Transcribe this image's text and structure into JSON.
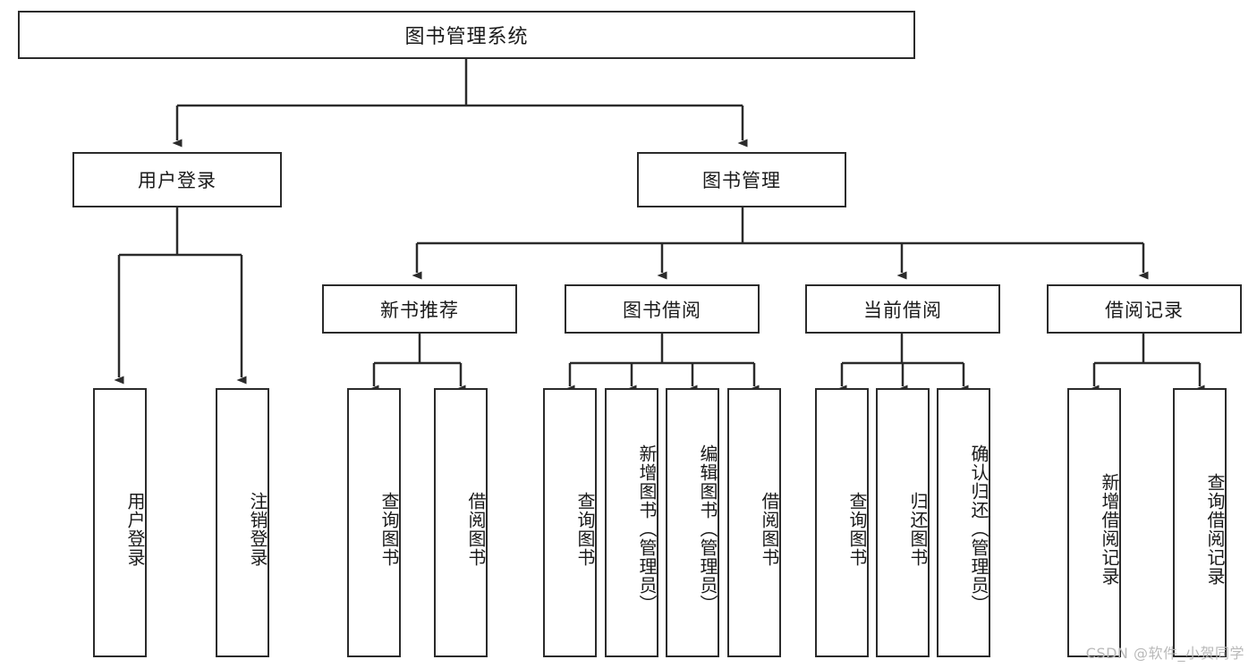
{
  "diagram": {
    "type": "tree-hierarchy",
    "title": "图书管理系统",
    "orientation": "top-down",
    "colors": {
      "stroke": "#2b2b2b",
      "fill": "#ffffff",
      "text": "#1a1a1a",
      "watermark": "#b9b9b9"
    },
    "levels": [
      {
        "level": 1,
        "nodes": [
          {
            "id": "root",
            "label": "图书管理系统",
            "orientation": "horizontal"
          }
        ]
      },
      {
        "level": 2,
        "nodes": [
          {
            "id": "login",
            "label": "用户登录",
            "orientation": "horizontal",
            "parent": "root"
          },
          {
            "id": "bookmgmt",
            "label": "图书管理",
            "orientation": "horizontal",
            "parent": "root"
          }
        ]
      },
      {
        "level": 3,
        "nodes": [
          {
            "id": "newbook",
            "label": "新书推荐",
            "orientation": "horizontal",
            "parent": "bookmgmt"
          },
          {
            "id": "borrow",
            "label": "图书借阅",
            "orientation": "horizontal",
            "parent": "bookmgmt"
          },
          {
            "id": "current",
            "label": "当前借阅",
            "orientation": "horizontal",
            "parent": "bookmgmt"
          },
          {
            "id": "records",
            "label": "借阅记录",
            "orientation": "horizontal",
            "parent": "bookmgmt"
          }
        ]
      },
      {
        "level": 4,
        "nodes": [
          {
            "id": "leaf-user-login",
            "label": "用户登录",
            "orientation": "vertical",
            "parent": "login"
          },
          {
            "id": "leaf-user-logout",
            "label": "注销登录",
            "orientation": "vertical",
            "parent": "login"
          },
          {
            "id": "leaf-nb-query",
            "label": "查询图书",
            "orientation": "vertical",
            "parent": "newbook"
          },
          {
            "id": "leaf-nb-borrow",
            "label": "借阅图书",
            "orientation": "vertical",
            "parent": "newbook"
          },
          {
            "id": "leaf-bw-query",
            "label": "查询图书",
            "orientation": "vertical",
            "parent": "borrow"
          },
          {
            "id": "leaf-bw-add",
            "label": "新增图书（管理员）",
            "orientation": "vertical",
            "parent": "borrow"
          },
          {
            "id": "leaf-bw-edit",
            "label": "编辑图书（管理员）",
            "orientation": "vertical",
            "parent": "borrow"
          },
          {
            "id": "leaf-bw-borrow",
            "label": "借阅图书",
            "orientation": "vertical",
            "parent": "borrow"
          },
          {
            "id": "leaf-cur-query",
            "label": "查询图书",
            "orientation": "vertical",
            "parent": "current"
          },
          {
            "id": "leaf-cur-return",
            "label": "归还图书",
            "orientation": "vertical",
            "parent": "current"
          },
          {
            "id": "leaf-cur-confirm",
            "label": "确认归还（管理员）",
            "orientation": "vertical",
            "parent": "current"
          },
          {
            "id": "leaf-rec-add",
            "label": "新增借阅记录",
            "orientation": "vertical",
            "parent": "records"
          },
          {
            "id": "leaf-rec-query",
            "label": "查询借阅记录",
            "orientation": "vertical",
            "parent": "records"
          }
        ]
      }
    ]
  },
  "watermark": {
    "text": "CSDN @软件_小贺同学"
  }
}
